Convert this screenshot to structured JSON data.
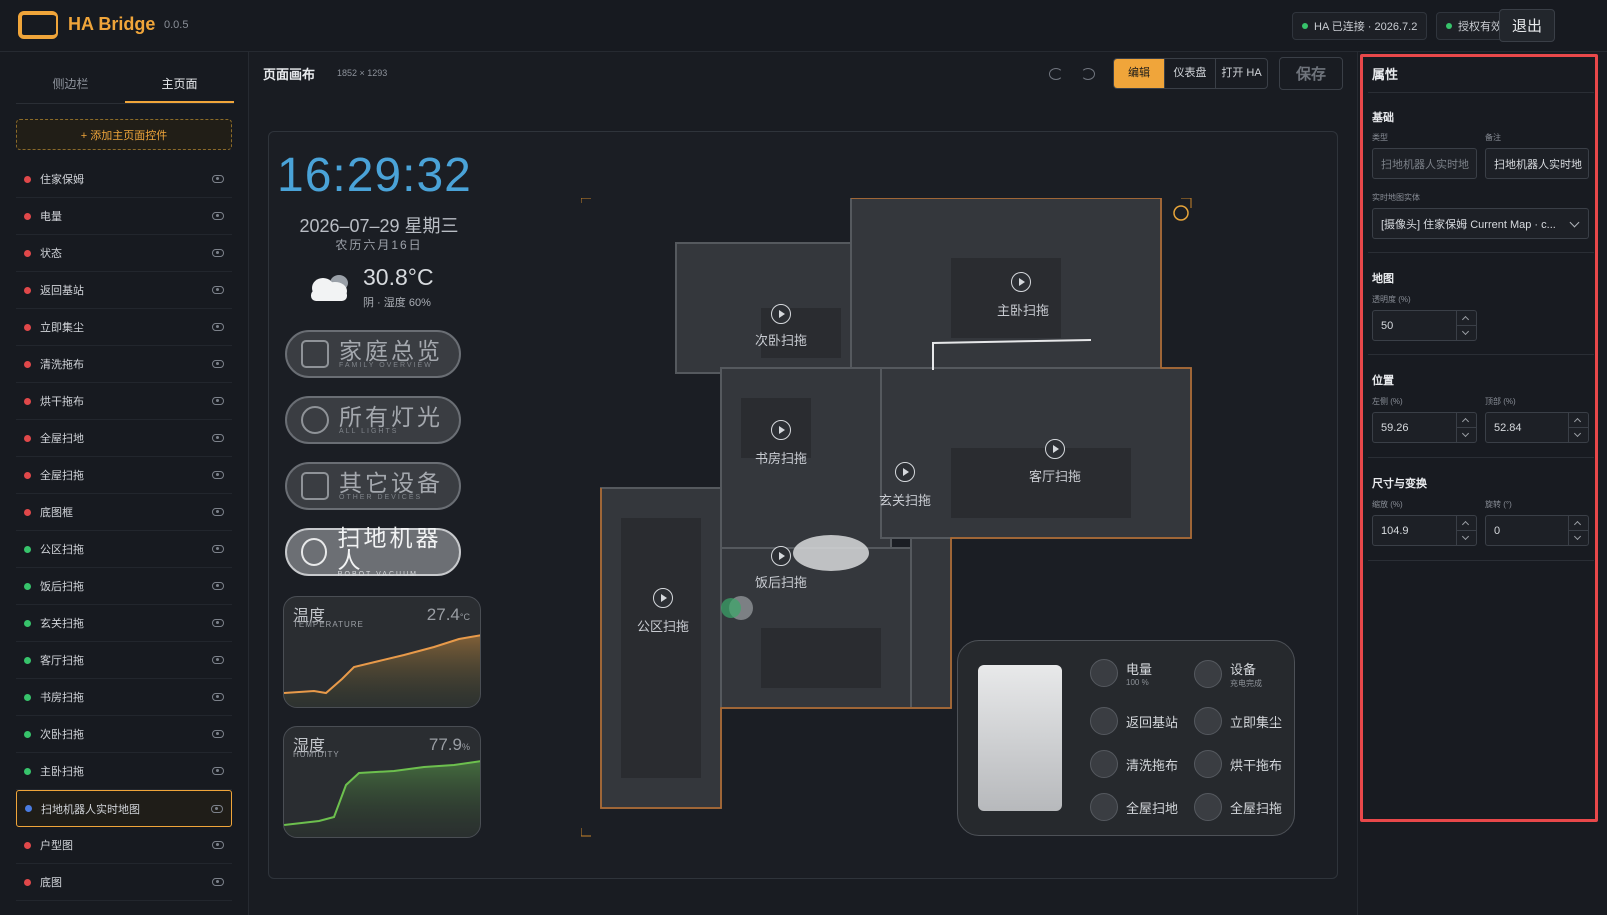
{
  "app": {
    "name": "HA Bridge",
    "version": "0.0.5",
    "status": "HA 已连接 · 2026.7.2",
    "license": "授权有效",
    "logout": "退出"
  },
  "sidebar": {
    "tabs": [
      {
        "label": "侧边栏"
      },
      {
        "label": "主页面"
      }
    ],
    "add_label": "+ 添加主页面控件",
    "items": [
      {
        "label": "住家保姆",
        "color": "#e0484a"
      },
      {
        "label": "电量",
        "color": "#e0484a"
      },
      {
        "label": "状态",
        "color": "#e0484a"
      },
      {
        "label": "返回基站",
        "color": "#e0484a"
      },
      {
        "label": "立即集尘",
        "color": "#e0484a"
      },
      {
        "label": "清洗拖布",
        "color": "#e0484a"
      },
      {
        "label": "烘干拖布",
        "color": "#e0484a"
      },
      {
        "label": "全屋扫地",
        "color": "#e0484a"
      },
      {
        "label": "全屋扫拖",
        "color": "#e0484a"
      },
      {
        "label": "底图框",
        "color": "#e0484a"
      },
      {
        "label": "公区扫拖",
        "color": "#37c36b"
      },
      {
        "label": "饭后扫拖",
        "color": "#37c36b"
      },
      {
        "label": "玄关扫拖",
        "color": "#37c36b"
      },
      {
        "label": "客厅扫拖",
        "color": "#37c36b"
      },
      {
        "label": "书房扫拖",
        "color": "#37c36b"
      },
      {
        "label": "次卧扫拖",
        "color": "#37c36b"
      },
      {
        "label": "主卧扫拖",
        "color": "#37c36b"
      },
      {
        "label": "扫地机器人实时地图",
        "color": "#4a7be0"
      },
      {
        "label": "户型图",
        "color": "#e0484a"
      },
      {
        "label": "底图",
        "color": "#e0484a"
      }
    ]
  },
  "canvas": {
    "title": "页面画布",
    "size": "1852 × 1293",
    "modes": [
      {
        "label": "编辑"
      },
      {
        "label": "仪表盘"
      },
      {
        "label": "打开 HA"
      }
    ],
    "save": "保存",
    "clock": "16:29:32",
    "date": "2026–07–29 星期三",
    "lunar": "农历六月16日",
    "weather_temp": "30.8°C",
    "weather_desc": "阴 · 湿度 60%",
    "nav": [
      {
        "title": "家庭总览",
        "sub": "FAMILY OVERVIEW"
      },
      {
        "title": "所有灯光",
        "sub": "ALL LIGHTS"
      },
      {
        "title": "其它设备",
        "sub": "OTHER DEVICES"
      },
      {
        "title": "扫地机器人",
        "sub": "ROBOT VACUUM"
      }
    ],
    "temperature": {
      "title": "温度",
      "sub": "TEMPERATURE",
      "value": "27.4",
      "unit": "°C"
    },
    "humidity": {
      "title": "湿度",
      "sub": "HUMIDITY",
      "value": "77.9",
      "unit": "%"
    },
    "rooms": [
      {
        "label": "次卧扫拖"
      },
      {
        "label": "主卧扫拖"
      },
      {
        "label": "书房扫拖"
      },
      {
        "label": "玄关扫拖"
      },
      {
        "label": "客厅扫拖"
      },
      {
        "label": "饭后扫拖"
      },
      {
        "label": "公区扫拖"
      }
    ],
    "robot": {
      "battery_label": "电量",
      "battery_value": "100 %",
      "device_label": "设备",
      "device_value": "充电完成",
      "actions": [
        {
          "label": "返回基站"
        },
        {
          "label": "立即集尘"
        },
        {
          "label": "清洗拖布"
        },
        {
          "label": "烘干拖布"
        },
        {
          "label": "全屋扫地"
        },
        {
          "label": "全屋扫拖"
        }
      ]
    }
  },
  "props": {
    "title": "属性",
    "basic": {
      "title": "基础",
      "type_label": "类型",
      "type_placeholder": "扫地机器人实时地",
      "note_label": "备注",
      "note_value": "扫地机器人实时地",
      "entity_label": "实时地图实体",
      "entity_value": "[摄像头] 住家保姆 Current Map · c..."
    },
    "map": {
      "title": "地图",
      "opacity_label": "透明度 (%)",
      "opacity_value": "50"
    },
    "position": {
      "title": "位置",
      "left_label": "左侧 (%)",
      "left_value": "59.26",
      "top_label": "顶部 (%)",
      "top_value": "52.84"
    },
    "transform": {
      "title": "尺寸与变换",
      "scale_label": "缩放 (%)",
      "scale_value": "104.9",
      "rotate_label": "旋转 (°)",
      "rotate_value": "0"
    }
  }
}
